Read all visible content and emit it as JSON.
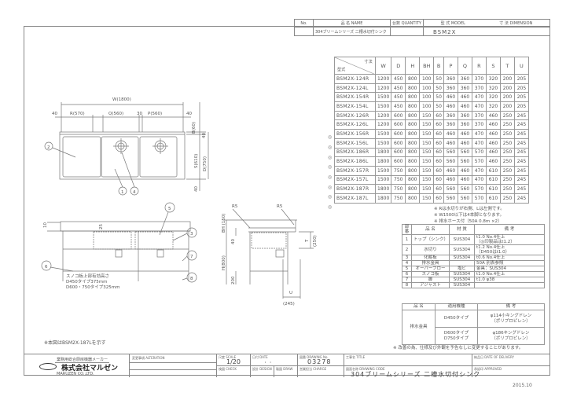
{
  "header": {
    "no_label": "No.",
    "name_label": "品 名 NAME",
    "qty_label": "台数 QUANTITY",
    "model_label": "型 式 MODEL",
    "dimension_label": "寸 法 DIMENSION",
    "product_name": "304ブリームシリーズ 二槽水切付シンク",
    "model": "BSM2X"
  },
  "dimension_table": {
    "corner_top": "寸法",
    "corner_bottom": "型式",
    "columns": [
      "W",
      "D",
      "H",
      "BH",
      "B",
      "P",
      "Q",
      "R",
      "S",
      "T",
      "U"
    ],
    "rows": [
      {
        "marked": false,
        "model": "BSM2X-124R",
        "values": [
          "1200",
          "450",
          "800",
          "100",
          "50",
          "360",
          "360",
          "370",
          "320",
          "200",
          "205"
        ]
      },
      {
        "marked": false,
        "model": "BSM2X-124L",
        "values": [
          "1200",
          "450",
          "800",
          "100",
          "50",
          "360",
          "360",
          "370",
          "320",
          "200",
          "205"
        ]
      },
      {
        "marked": false,
        "model": "BSM2X-154R",
        "values": [
          "1500",
          "450",
          "800",
          "100",
          "50",
          "460",
          "460",
          "470",
          "320",
          "200",
          "205"
        ]
      },
      {
        "marked": false,
        "model": "BSM2X-154L",
        "values": [
          "1500",
          "450",
          "800",
          "100",
          "50",
          "460",
          "460",
          "470",
          "320",
          "200",
          "205"
        ]
      },
      {
        "marked": false,
        "model": "BSM2X-126R",
        "values": [
          "1200",
          "600",
          "800",
          "150",
          "60",
          "360",
          "360",
          "370",
          "460",
          "250",
          "245"
        ]
      },
      {
        "marked": false,
        "model": "BSM2X-126L",
        "values": [
          "1200",
          "600",
          "800",
          "150",
          "60",
          "360",
          "360",
          "370",
          "460",
          "250",
          "245"
        ]
      },
      {
        "marked": true,
        "model": "BSM2X-156R",
        "values": [
          "1500",
          "600",
          "800",
          "150",
          "60",
          "460",
          "460",
          "470",
          "460",
          "250",
          "245"
        ]
      },
      {
        "marked": true,
        "model": "BSM2X-156L",
        "values": [
          "1500",
          "600",
          "800",
          "150",
          "60",
          "460",
          "460",
          "470",
          "460",
          "250",
          "245"
        ]
      },
      {
        "marked": true,
        "model": "BSM2X-186R",
        "values": [
          "1800",
          "600",
          "800",
          "150",
          "60",
          "560",
          "560",
          "570",
          "460",
          "250",
          "245"
        ]
      },
      {
        "marked": true,
        "model": "BSM2X-186L",
        "values": [
          "1800",
          "600",
          "800",
          "150",
          "60",
          "560",
          "560",
          "570",
          "460",
          "250",
          "245"
        ]
      },
      {
        "marked": true,
        "model": "BSM2X-157R",
        "values": [
          "1500",
          "750",
          "800",
          "150",
          "60",
          "460",
          "460",
          "470",
          "610",
          "250",
          "245"
        ]
      },
      {
        "marked": true,
        "model": "BSM2X-157L",
        "values": [
          "1500",
          "750",
          "800",
          "150",
          "60",
          "460",
          "460",
          "470",
          "610",
          "250",
          "245"
        ]
      },
      {
        "marked": true,
        "model": "BSM2X-187R",
        "values": [
          "1800",
          "750",
          "800",
          "150",
          "60",
          "560",
          "560",
          "570",
          "610",
          "250",
          "245"
        ]
      },
      {
        "marked": true,
        "model": "BSM2X-187L",
        "values": [
          "1800",
          "750",
          "800",
          "150",
          "60",
          "560",
          "560",
          "570",
          "610",
          "250",
          "245"
        ]
      }
    ],
    "mark_symbol": "◎"
  },
  "notes": [
    "※ Rは水切りが右側、Lは左側です。",
    "※ W1500以下は4本脚となります。",
    "※ 排水ホース付（50A 0.8m ×2）"
  ],
  "parts_table": {
    "headers": [
      "部番",
      "品 名",
      "材 質",
      "備 考"
    ],
    "rows": [
      {
        "no": "1",
        "name": "トップ（シンク）",
        "material": "SUS304",
        "remarks": [
          "t1.0 No.4仕上",
          "（◎印製品はt1.2）"
        ]
      },
      {
        "no": "2",
        "name": "水切り",
        "material": "SUS304",
        "remarks": [
          "t1.2 No.4仕上",
          "（D450はt1.0）"
        ]
      },
      {
        "no": "3",
        "name": "化粧板",
        "material": "SUS304",
        "remarks": [
          "t0.6 No.4仕上"
        ]
      },
      {
        "no": "4",
        "name": "排水金具",
        "material": "",
        "remarks": [
          "50A 別表参照"
        ]
      },
      {
        "no": "5",
        "name": "オーバーフロー",
        "material": "塩ビ",
        "remarks": [
          "金具：SUS304"
        ]
      },
      {
        "no": "6",
        "name": "スノコ板",
        "material": "SUS304",
        "remarks": [
          "t1.0 No.4仕上"
        ]
      },
      {
        "no": "7",
        "name": "脚",
        "material": "SUS304",
        "remarks": [
          "t1.0 φ38"
        ]
      },
      {
        "no": "8",
        "name": "アジャスト",
        "material": "SUS304",
        "remarks": [
          ""
        ]
      }
    ]
  },
  "drain_table": {
    "headers": [
      "品 名",
      "適用機種",
      "備 考"
    ],
    "item": "排水金具",
    "rows": [
      {
        "types": [
          "D450タイプ"
        ],
        "remarks": [
          "φ114小キングドレン",
          "（ポリプロピレン）"
        ]
      },
      {
        "types": [
          "D600タイプ",
          "D750タイプ"
        ],
        "remarks": [
          "φ186キングドレン",
          "（ポリプロピレン）"
        ]
      }
    ]
  },
  "drawing": {
    "plan_view": {
      "W": "W(1800)",
      "margin_left": "40",
      "R": "R(570)",
      "Q": "Q(560)",
      "gap": "30",
      "P": "P(560)",
      "margin_right": "40",
      "B": "B(60)",
      "top_margin": "40",
      "S": "S(610)",
      "D": "D(750)",
      "bottom_margin": "40",
      "callouts": [
        "1",
        "2",
        "4"
      ]
    },
    "front_view": {
      "dim_10": "10",
      "dim_25": "25",
      "callouts": [
        "3",
        "5",
        "6",
        "7",
        "8"
      ],
      "slatted_note": [
        "スノコ板上部有効高さ",
        "D450タイプ375mm",
        "D600・750タイプ325mm"
      ]
    },
    "side_view": {
      "r5_left": "R5",
      "r5_right": "R5",
      "BH": "BH (150)",
      "dim_40": "40",
      "H": "H(800)",
      "dim_200": "200",
      "T": "T",
      "T_value": "(250)",
      "U": "U",
      "U_value": "(245)"
    }
  },
  "note_187": "※本図はBSM2X-187Lを示す",
  "disclaimer": "※ 改善の為、仕様及び外観を予告なしに変更することがあります。",
  "title_block": {
    "company_tagline": "業務用総合厨房機器メーカー",
    "company_name": "株式会社マルゼン",
    "company_en": "MARUZEN CO.,LTD.",
    "alteration_label": "変更事項 ALTERATION",
    "scale_label": "尺度 SCALE",
    "scale": "1/20",
    "date_label": "日付 DATE",
    "date": "・  ・",
    "drawing_no_label": "図番 DRAWING No.",
    "drawing_no": "03278",
    "title_label": "工事名 TITLE",
    "delivery_label": "納品日 DATE OF DELIVERY",
    "check_label": "検図 CHECK",
    "design_label": "設計 DESIGN",
    "draw_label": "製図 DRAW",
    "charge_label": "営業担当 CHARGE",
    "drawing_code_label": "図面名称 DRAWING CODE",
    "drawing_name": "304ブリームシリーズ 二槽水切付シンク",
    "approved_label": "承認印 APPROVED",
    "year": "2015.10"
  }
}
